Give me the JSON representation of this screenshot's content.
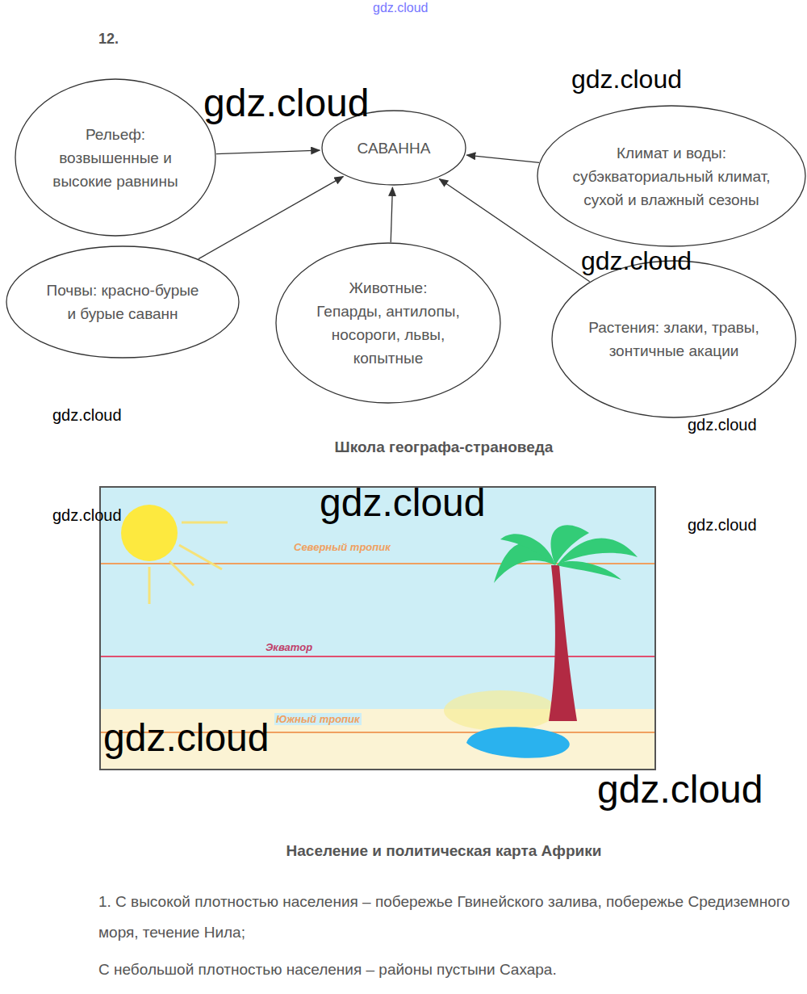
{
  "diagram": {
    "nodes": [
      {
        "text": [
          "Рельеф: возвышенные и высокие равнины"
        ]
      },
      {
        "text": [
          "САВАННА"
        ]
      },
      {
        "text": [
          "Климат и воды: субэкваториальный климат, сухой и влажный сезоны"
        ]
      },
      {
        "text": [
          "Почвы: красно-бурые и бурые саванн"
        ]
      },
      {
        "text": [
          "Животные: Гепарды, антилопы, носороги, львы, копытные"
        ]
      },
      {
        "text": [
          "Растения: злаки, травы, зонтичные акации"
        ]
      }
    ],
    "edges": [
      {
        "from": 0,
        "to": 1,
        "arrow": "to"
      },
      {
        "from": 2,
        "to": 1,
        "arrow": "to"
      },
      {
        "from": 3,
        "to": 1,
        "arrow": "to"
      },
      {
        "from": 4,
        "to": 1,
        "arrow": "to"
      },
      {
        "from": 5,
        "to": 1,
        "arrow": "to"
      }
    ],
    "labels": [
      "12.",
      "gdz.cloud",
      "gdz.cloud",
      "gdz.cloud",
      "gdz.cloud",
      "gdz.cloud",
      "gdz.cloud",
      "Школа географа-страноведа",
      "gdz.cloud",
      "gdz.cloud",
      "gdz.cloud",
      "Северный тропик",
      "Экватор",
      "Южный тропик",
      "gdz.cloud",
      "gdz.cloud",
      "Население и политическая карта Африки",
      "1. С высокой плотностью населения – побережье Гвинейского залива, побережье Средиземного моря, течение Нила;",
      "С небольшой плотностью населения – районы пустыни Сахара."
    ]
  }
}
